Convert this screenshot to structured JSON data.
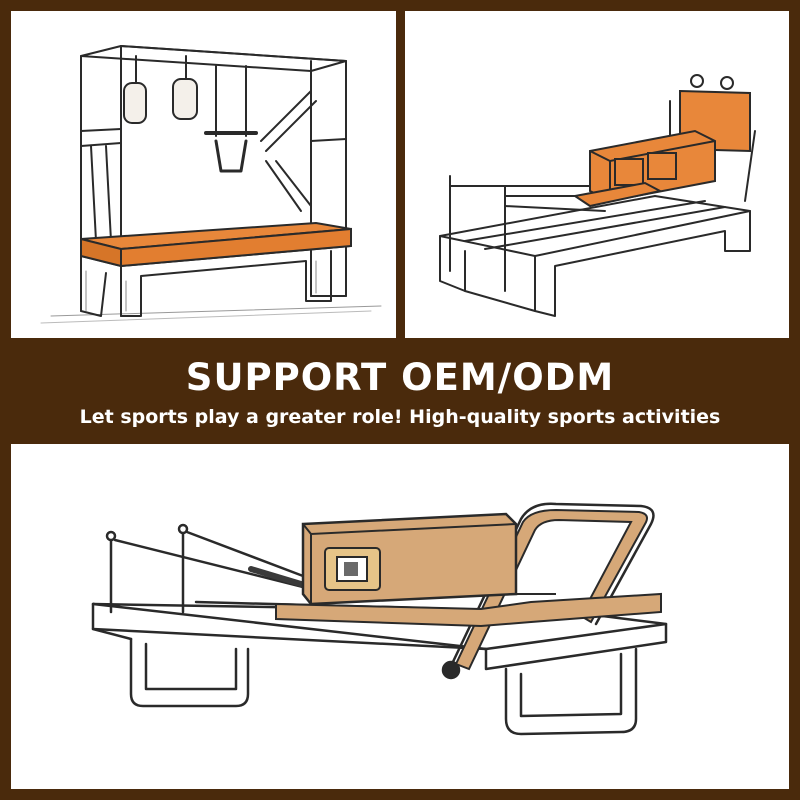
{
  "banner": {
    "headline": "SUPPORT OEM/ODM",
    "subline": "Let sports play a greater role! High-quality sports activities"
  },
  "colors": {
    "background": "#4a2a0c",
    "panel": "#ffffff",
    "banner_text": "#ffffff",
    "cushion_orange": "#e8873a",
    "cushion_tan": "#d6a878",
    "line_art": "#2a2a2a"
  },
  "images": [
    {
      "name": "cadillac-trapeze-table-illustration"
    },
    {
      "name": "reformer-with-tower-box-illustration"
    },
    {
      "name": "wooden-reformer-with-box-illustration"
    }
  ]
}
